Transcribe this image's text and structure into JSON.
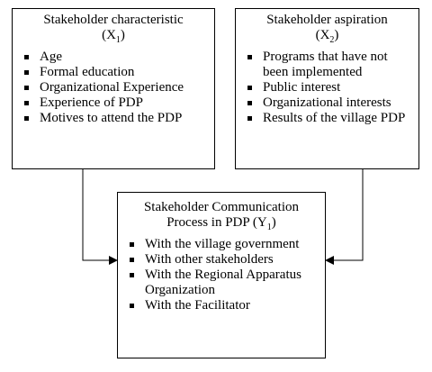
{
  "box_x1": {
    "title": "Stakeholder characteristic",
    "variable": "(X",
    "subscript": "1",
    "close": ")",
    "items": [
      "Age",
      "Formal education",
      "Organizational Experience",
      "Experience of PDP",
      "Motives to attend the PDP"
    ]
  },
  "box_x2": {
    "title": "Stakeholder aspiration",
    "variable": "(X",
    "subscript": "2",
    "close": ")",
    "items": [
      "Programs that have not been implemented",
      "Public interest",
      "Organizational interests",
      "Results of the village PDP"
    ]
  },
  "box_y1": {
    "title": "Stakeholder Communication Process in PDP (Y",
    "subscript": "1",
    "close": ")",
    "items": [
      "With the village government",
      "With other stakeholders",
      "With the Regional Apparatus Organization",
      "With the Facilitator"
    ]
  }
}
